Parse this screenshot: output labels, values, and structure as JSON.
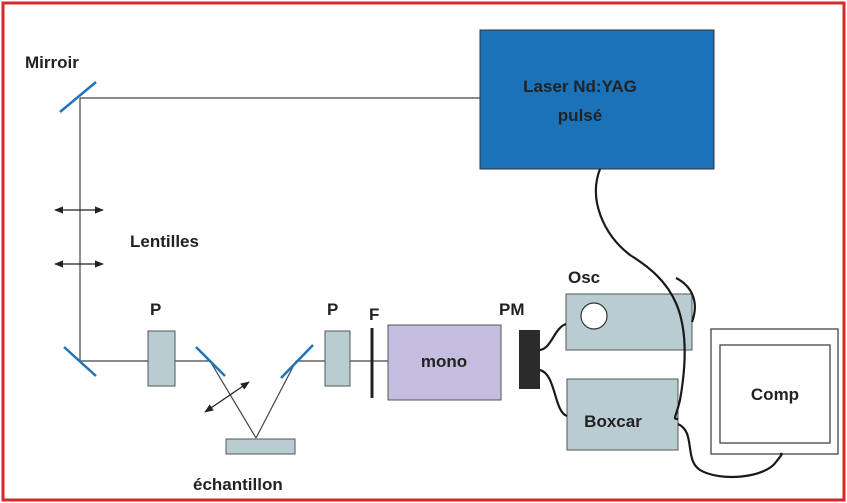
{
  "labels": {
    "mirror": "Mirroir",
    "lenses": "Lentilles",
    "polarizer_1": "P",
    "polarizer_2": "P",
    "filter": "F",
    "photomultiplier": "PM",
    "sample": "échantillon",
    "oscilloscope": "Osc",
    "laser_line1": "Laser Nd:YAG",
    "laser_line2": "pulsé",
    "monochromator": "mono",
    "boxcar": "Boxcar",
    "computer": "Comp"
  },
  "colors": {
    "frame": "#d42a2a",
    "laser_fill": "#1b72b8",
    "mirror": "#1f73b7",
    "device_fill": "#b8ccd2",
    "mono_fill": "#c4bde0",
    "pm_fill": "#2b2b2b",
    "line": "#444444",
    "cable": "#1a1a1a"
  }
}
